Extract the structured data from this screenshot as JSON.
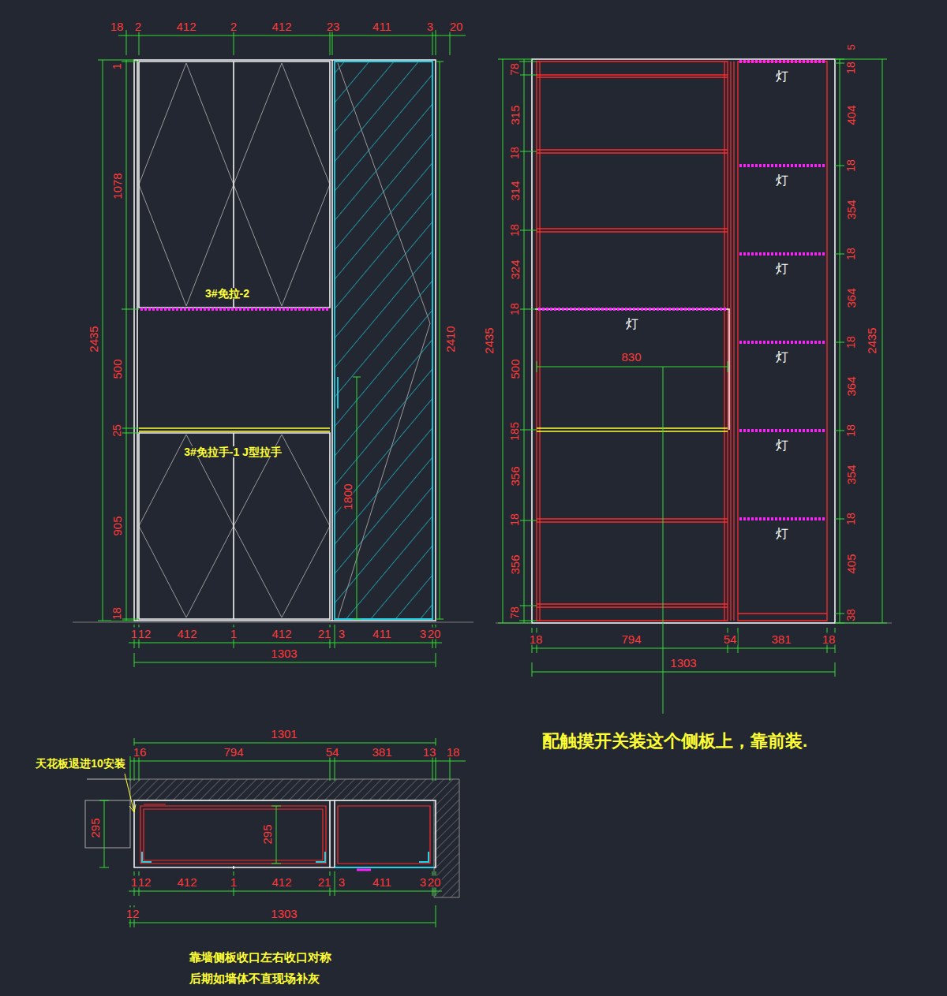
{
  "diagram": {
    "nodes": [
      {
        "text": [
          "灯"
        ]
      },
      {
        "text": [
          "灯"
        ]
      },
      {
        "text": [
          "灯"
        ]
      },
      {
        "text": [
          "灯"
        ]
      },
      {
        "text": [
          "灯"
        ]
      },
      {
        "text": [
          "灯"
        ]
      },
      {
        "text": [
          "灯"
        ]
      }
    ],
    "labels": [
      "18",
      "2",
      "412",
      "2",
      "412",
      "23",
      "411",
      "3",
      "20",
      "1",
      "1078",
      "2435",
      "500",
      "25",
      "905",
      "18",
      "3#免拉-2",
      "3#免拉手-1 J型拉手",
      "1800",
      "2410",
      "1",
      "12",
      "412",
      "1",
      "412",
      "21",
      "3",
      "411",
      "3",
      "20",
      "1303",
      "78",
      "315",
      "18",
      "314",
      "18",
      "324",
      "18",
      "500",
      "185",
      "356",
      "18",
      "356",
      "78",
      "2435",
      "5",
      "18",
      "404",
      "18",
      "354",
      "18",
      "364",
      "18",
      "364",
      "18",
      "354",
      "18",
      "405",
      "38",
      "2435",
      "830",
      "18",
      "794",
      "54",
      "381",
      "18",
      "1303",
      "配触摸开关装这个侧板上，靠前装.",
      "1301",
      "16",
      "794",
      "54",
      "381",
      "13",
      "18",
      "天花板退进10安装",
      "295",
      "295",
      "1",
      "12",
      "412",
      "1",
      "412",
      "21",
      "3",
      "411",
      "3",
      "20",
      "12",
      "1303",
      "靠墙侧板收口左右收口对称",
      "后期如墙体不直现场补灰"
    ]
  }
}
